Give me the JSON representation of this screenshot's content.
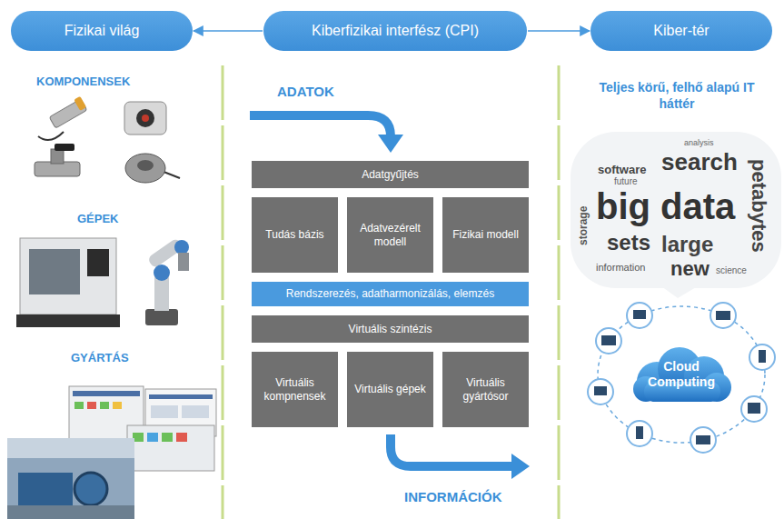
{
  "diagram": {
    "nodes": [
      {
        "text": [
          "Fizikai világ"
        ]
      },
      {
        "text": [
          "Kiberfizikai interfész (CPI)"
        ]
      },
      {
        "text": [
          "Kiber-tér"
        ]
      },
      {
        "text": [
          "Adatgyűjtés"
        ]
      },
      {
        "text": [
          "Tudás bázis"
        ]
      },
      {
        "text": [
          "Adatvezérelt modell"
        ]
      },
      {
        "text": [
          "Fizikai modell"
        ]
      },
      {
        "text": [
          "Rendszerezés, adatharmonizálás, elemzés"
        ]
      },
      {
        "text": [
          "Virtuális szintézis"
        ]
      },
      {
        "text": [
          "Virtuális kompnensek"
        ]
      },
      {
        "text": [
          "Virtuális gépek"
        ]
      },
      {
        "text": [
          "Virtuális gyártósor"
        ]
      },
      {
        "text": [
          "analysis",
          "software",
          "search",
          "future",
          "big data",
          "petabytes",
          "storage",
          "sets",
          "large",
          "information",
          "new",
          "science"
        ]
      },
      {
        "text": [
          "Cloud Computing"
        ]
      }
    ],
    "edges": [
      {
        "from": 1,
        "to": 0,
        "arrow": "to"
      },
      {
        "from": 1,
        "to": 2,
        "arrow": "to"
      }
    ],
    "labels": [
      "KOMPONENSEK",
      "GÉPEK",
      "GYÁRTÁS",
      "ADATOK",
      "INFORMÁCIÓK",
      "Teljes körű, felhő alapú IT háttér"
    ]
  }
}
